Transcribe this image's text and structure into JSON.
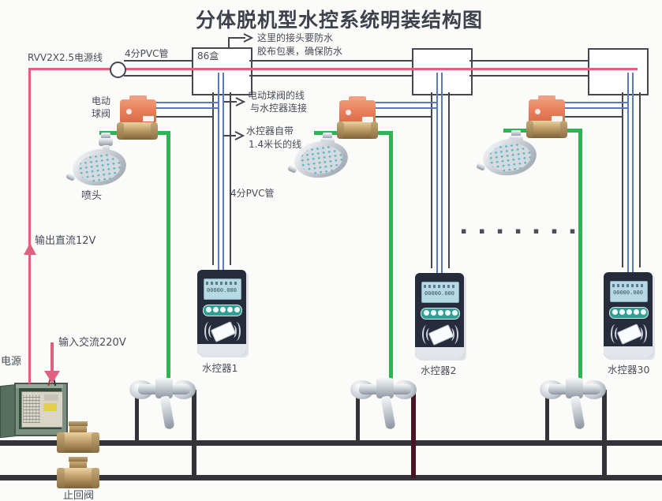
{
  "title": "分体脱机型水控系统明装结构图",
  "labels": {
    "power_line": "RVV2X2.5电源线",
    "pvc_top": "4分PVC管",
    "pvc_mid": "4分PVC管",
    "junction_box": "86盒",
    "waterproof_1": "这里的接头要防水",
    "waterproof_2": "胶布包裹，确保防水",
    "valve_wire_1": "电动球阀的线",
    "valve_wire_2": "与水控器连接",
    "ctrl_wire_1": "水控器自带",
    "ctrl_wire_2": "1.4米长的线",
    "valve_line1": "电动",
    "valve_line2": "球阀",
    "shower": "喷头",
    "dc_out": "输出直流12V",
    "ac_in": "输入交流220V",
    "power_supply": "电源",
    "check_valve": "止回阀",
    "ellipsis": "▪ ▪ ▪ ▪ ▪ ▪ ▪"
  },
  "controllers": {
    "lcd_text": "00000.000",
    "items": [
      "水控器1",
      "水控器2",
      "水控器30"
    ]
  },
  "colors": {
    "power_line": "#e0607f",
    "signal_wire": "#5b79c0",
    "conduit": "#45474f",
    "water_pipe_green": "#2db553",
    "water_main_black": "#33343a",
    "hot_stub_maroon": "#471525",
    "valve_orange": "#e87f5c",
    "brass": "#b3925e",
    "controller_body": "#262c3b",
    "lcd": "#b7d8e5",
    "keypad_teal": "#2f9f95",
    "cabinet_green": "#7c9082"
  }
}
